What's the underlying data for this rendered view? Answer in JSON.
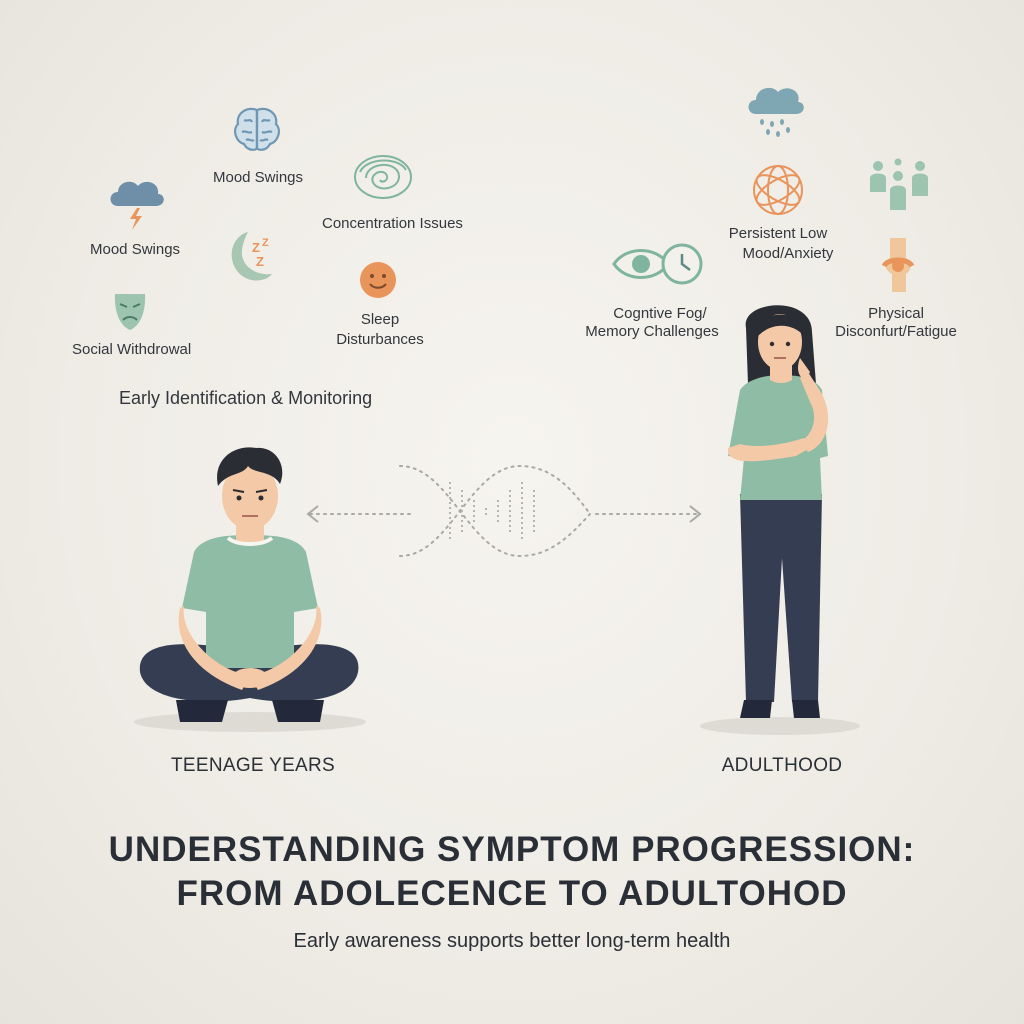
{
  "teen_symptoms": {
    "mood_swings_top": "Mood Swings",
    "mood_swings_left": "Mood Swings",
    "concentration": "Concentration Issues",
    "sleep_line1": "Sleep",
    "sleep_line2": "Disturbances",
    "social_withdrawal": "Social Withdrowal",
    "early_identification": "Early Identification & Monitoring"
  },
  "adult_symptoms": {
    "persistent_line1": "Persistent Low",
    "persistent_line2": "Mood/Anxiety",
    "cognitive_line1": "Cogntive Fog/",
    "cognitive_line2": "Memory Challenges",
    "physical_line1": "Physical",
    "physical_line2": "Disconfurt/Fatigue"
  },
  "stages": {
    "teen": "TEENAGE YEARS",
    "adult": "ADULTHOOD"
  },
  "title": {
    "line1": "UNDERSTANDING SYMPTOM PROGRESSION:",
    "line2": "FROM ADOLECENCE TO ADULTOHOD"
  },
  "subtitle": "Early awareness supports better long-term health",
  "colors": {
    "sage": "#8fbca4",
    "navy": "#343d52",
    "orange": "#e8945a",
    "cloud_blue": "#6f8fa8",
    "skin": "#f3c9a8"
  },
  "icons": [
    "brain-icon",
    "storm-cloud-icon",
    "moon-sleep-icon",
    "swirl-icon",
    "smiley-icon",
    "mask-icon",
    "rain-cloud-icon",
    "tangle-icon",
    "people-icon",
    "eye-clock-icon",
    "joint-pain-icon",
    "dna-icon"
  ]
}
